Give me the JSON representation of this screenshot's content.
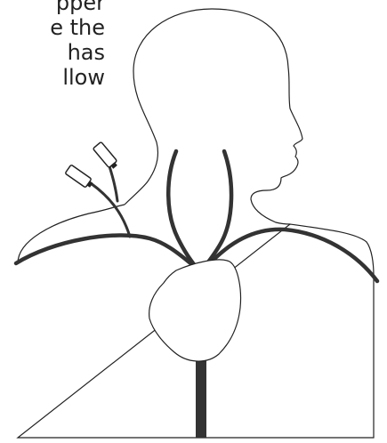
{
  "caption": {
    "lines": [
      "pper",
      "e the",
      "has",
      "llow"
    ]
  },
  "figure": {
    "structures": [
      "head-and-neck-outline",
      "torso-outline",
      "left-neck-vessel",
      "right-neck-vessel",
      "left-subclavian-vessel",
      "right-subclavian-vessel",
      "heart",
      "inferior-vessel",
      "catheter-tube-1",
      "catheter-tube-2",
      "catheter-cap-1",
      "catheter-cap-2"
    ],
    "colors": {
      "outline": "#222222",
      "vessel": "#333333",
      "fill": "#ffffff"
    }
  }
}
